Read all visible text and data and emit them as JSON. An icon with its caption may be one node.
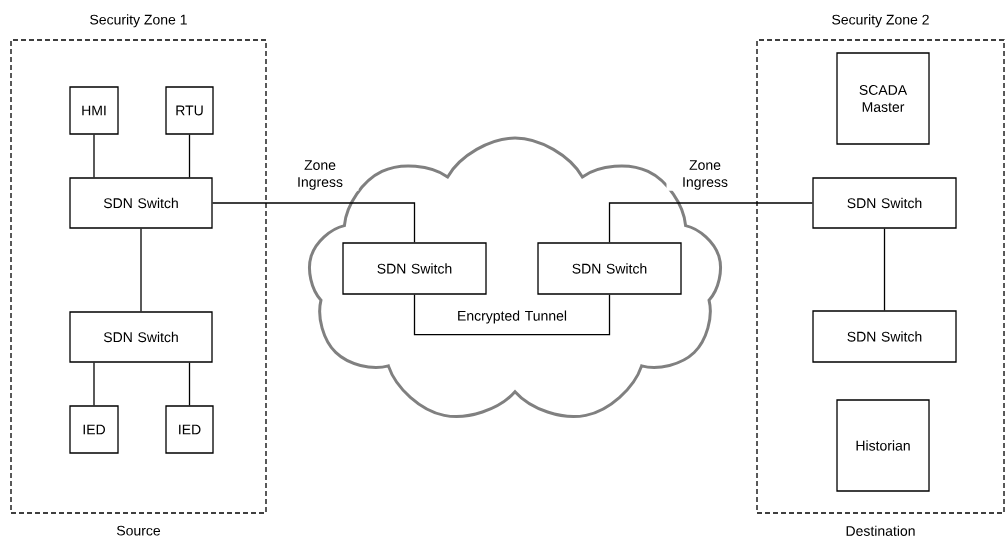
{
  "diagram": {
    "nodes": [
      {
        "text": [
          "Security Zone 1"
        ],
        "beside": [
          "Source"
        ]
      },
      {
        "text": [
          "HMI"
        ],
        "in": 0
      },
      {
        "text": [
          "RTU"
        ],
        "in": 0
      },
      {
        "text": [
          "SDN Switch"
        ],
        "in": 0
      },
      {
        "text": [
          "SDN Switch"
        ],
        "in": 0
      },
      {
        "text": [
          "IED"
        ],
        "in": 0
      },
      {
        "text": [
          "IED"
        ],
        "in": 0
      },
      {
        "text": [],
        "shape": "cloud"
      },
      {
        "text": [
          "SDN Switch"
        ],
        "in": 7
      },
      {
        "text": [
          "SDN Switch"
        ],
        "in": 7
      },
      {
        "text": [
          "Security Zone 2"
        ],
        "beside": [
          "Destination"
        ]
      },
      {
        "text": [
          "SCADA Master"
        ],
        "in": 10
      },
      {
        "text": [
          "SDN Switch"
        ],
        "in": 10
      },
      {
        "text": [
          "SDN Switch"
        ],
        "in": 10
      },
      {
        "text": [
          "Historian"
        ],
        "in": 10
      }
    ],
    "edges": [
      {
        "from": 1,
        "to": 3,
        "arrow": "none"
      },
      {
        "from": 2,
        "to": 3,
        "arrow": "none"
      },
      {
        "from": 3,
        "to": 4,
        "arrow": "none"
      },
      {
        "from": 4,
        "to": 5,
        "arrow": "none"
      },
      {
        "from": 4,
        "to": 6,
        "arrow": "none"
      },
      {
        "from": 3,
        "to": 8,
        "label": "Zone Ingress",
        "arrow": "none"
      },
      {
        "from": 8,
        "to": 9,
        "label": "Encrypted Tunnel",
        "arrow": "none"
      },
      {
        "from": 9,
        "to": 12,
        "label": "Zone Ingress",
        "arrow": "none"
      },
      {
        "from": 12,
        "to": 13,
        "arrow": "none"
      }
    ]
  }
}
